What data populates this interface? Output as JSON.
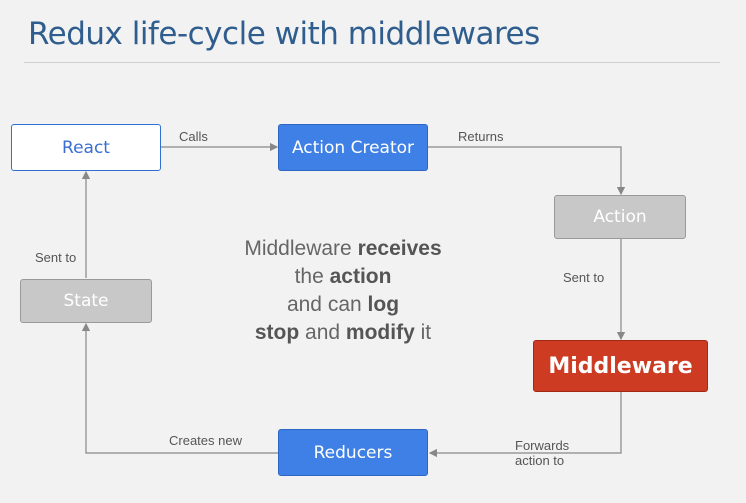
{
  "title": "Redux life-cycle with middlewares",
  "boxes": {
    "react": "React",
    "action_creator": "Action Creator",
    "action": "Action",
    "middleware": "Middleware",
    "reducers": "Reducers",
    "state": "State"
  },
  "edge_labels": {
    "calls": "Calls",
    "returns": "Returns",
    "sent_to_middleware": "Sent to",
    "forwards_line1": "Forwards",
    "forwards_line2": "action to",
    "creates_new": "Creates new",
    "sent_to_react": "Sent to"
  },
  "center_text": {
    "l1_a": "Middleware ",
    "l1_b": "receives",
    "l2_a": "the ",
    "l2_b": "action",
    "l3_a": "and can ",
    "l3_b": "log",
    "l4_a": "stop",
    "l4_b": " and ",
    "l4_c": "modify",
    "l4_d": " it"
  },
  "colors": {
    "title": "#2f5e8e",
    "blue_box": "#3f80e6",
    "gray_box": "#c8c8c8",
    "middleware_box": "#cc3b22",
    "background": "#f2f2f2"
  }
}
